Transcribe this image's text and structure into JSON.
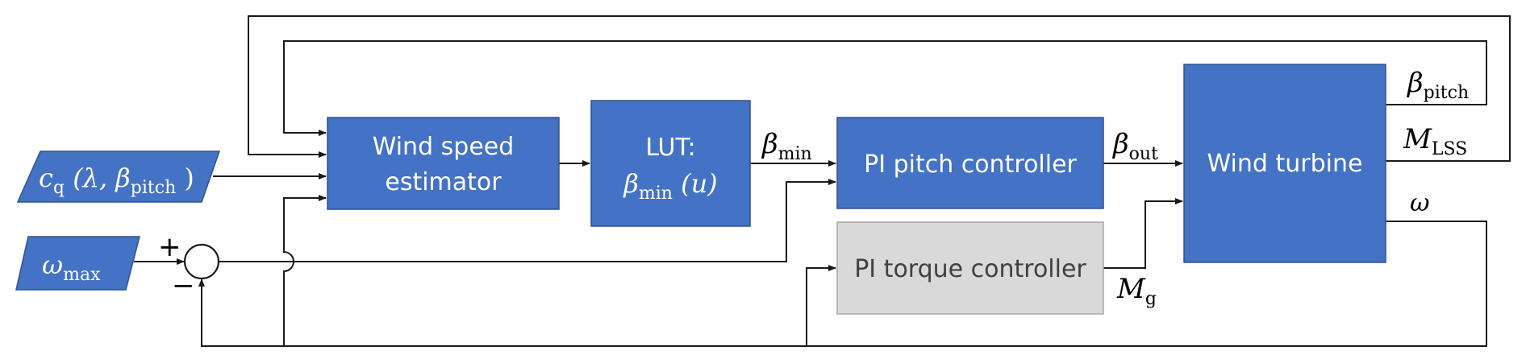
{
  "diagram": {
    "blocks": {
      "estimator": {
        "line1": "Wind speed",
        "line2": "estimator"
      },
      "lut": {
        "line1": "LUT:",
        "symbol": "β",
        "sub": "min",
        "arg": " (u)"
      },
      "pi_pitch": {
        "label": "PI pitch controller"
      },
      "pi_torque": {
        "label": "PI torque controller"
      },
      "turbine": {
        "label": "Wind turbine"
      }
    },
    "inputs": {
      "cq": {
        "symbol": "c",
        "sub": "q",
        "args_open": " (λ, β",
        "args_sub": "pitch",
        "args_close": " )"
      },
      "omega_max": {
        "symbol": "ω",
        "sub": "max"
      }
    },
    "summing_junction": {
      "plus": "+",
      "minus": "−"
    },
    "signals": {
      "beta_min": {
        "symbol": "β",
        "sub": "min"
      },
      "beta_out": {
        "symbol": "β",
        "sub": "out"
      },
      "beta_pitch": {
        "symbol": "β",
        "sub": "pitch"
      },
      "m_lss": {
        "symbol": "M",
        "sub": "LSS"
      },
      "omega": {
        "symbol": "ω"
      },
      "m_g": {
        "symbol": "M",
        "sub": "g"
      }
    },
    "colors": {
      "block_blue": "#4472c4",
      "block_gray": "#d9d9d9",
      "wire": "#1a1a1a"
    }
  }
}
